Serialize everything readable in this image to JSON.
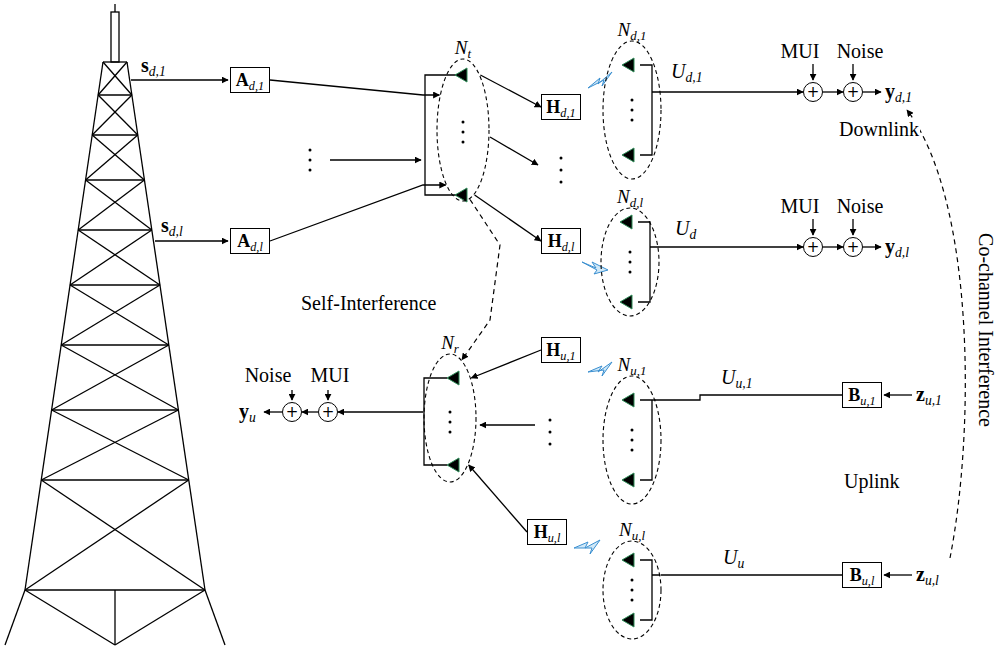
{
  "diagram": {
    "nodes": [
      {
        "text": [
          "Ad,1"
        ]
      },
      {
        "text": [
          "Ad,l"
        ]
      },
      {
        "text": [
          "Nt"
        ]
      },
      {
        "text": [
          "Hd,1"
        ]
      },
      {
        "text": [
          "Hd,l"
        ]
      },
      {
        "text": [
          "Nd,1"
        ]
      },
      {
        "text": [
          "Nd,l"
        ]
      },
      {
        "text": [
          "+"
        ]
      },
      {
        "text": [
          "+"
        ]
      },
      {
        "text": [
          "+"
        ]
      },
      {
        "text": [
          "+"
        ]
      },
      {
        "text": [
          "+"
        ]
      },
      {
        "text": [
          "+"
        ]
      },
      {
        "text": [
          "Nr"
        ]
      },
      {
        "text": [
          "Hu,1"
        ]
      },
      {
        "text": [
          "Hu,l"
        ]
      },
      {
        "text": [
          "Nu,1"
        ]
      },
      {
        "text": [
          "Nu,l"
        ]
      },
      {
        "text": [
          "Bu,1"
        ]
      },
      {
        "text": [
          "Bu,l"
        ]
      }
    ],
    "edges": [
      {
        "from": 0,
        "to": 2,
        "arrow": "to"
      },
      {
        "from": 1,
        "to": 2,
        "arrow": "to"
      },
      {
        "from": 2,
        "to": 3,
        "arrow": "to"
      },
      {
        "from": 2,
        "to": 4,
        "arrow": "to"
      },
      {
        "from": 5,
        "to": 7,
        "arrow": "to",
        "label": "Ud,1"
      },
      {
        "from": 7,
        "to": 8,
        "arrow": "to"
      },
      {
        "from": 6,
        "to": 9,
        "arrow": "to",
        "label": "Ud"
      },
      {
        "from": 9,
        "to": 10,
        "arrow": "to"
      },
      {
        "from": 18,
        "to": 16,
        "arrow": "none",
        "label": "Uu,1"
      },
      {
        "from": 19,
        "to": 17,
        "arrow": "none",
        "label": "Uu"
      },
      {
        "from": 14,
        "to": 13,
        "arrow": "to"
      },
      {
        "from": 15,
        "to": 13,
        "arrow": "to"
      },
      {
        "from": 13,
        "to": 12,
        "arrow": "to"
      },
      {
        "from": 12,
        "to": 11,
        "arrow": "to"
      },
      {
        "from": 2,
        "to": 13,
        "arrow": "to",
        "label": "Self-Interference"
      }
    ],
    "labels": [
      "sd,1",
      "sd,l",
      "MUI",
      "Noise",
      "yd,1",
      "MUI",
      "Noise",
      "yd,l",
      "Noise",
      "MUI",
      "yu",
      "Downlink",
      "zu,1",
      "Uplink",
      "zu,l",
      "Co-channel Interference"
    ]
  }
}
